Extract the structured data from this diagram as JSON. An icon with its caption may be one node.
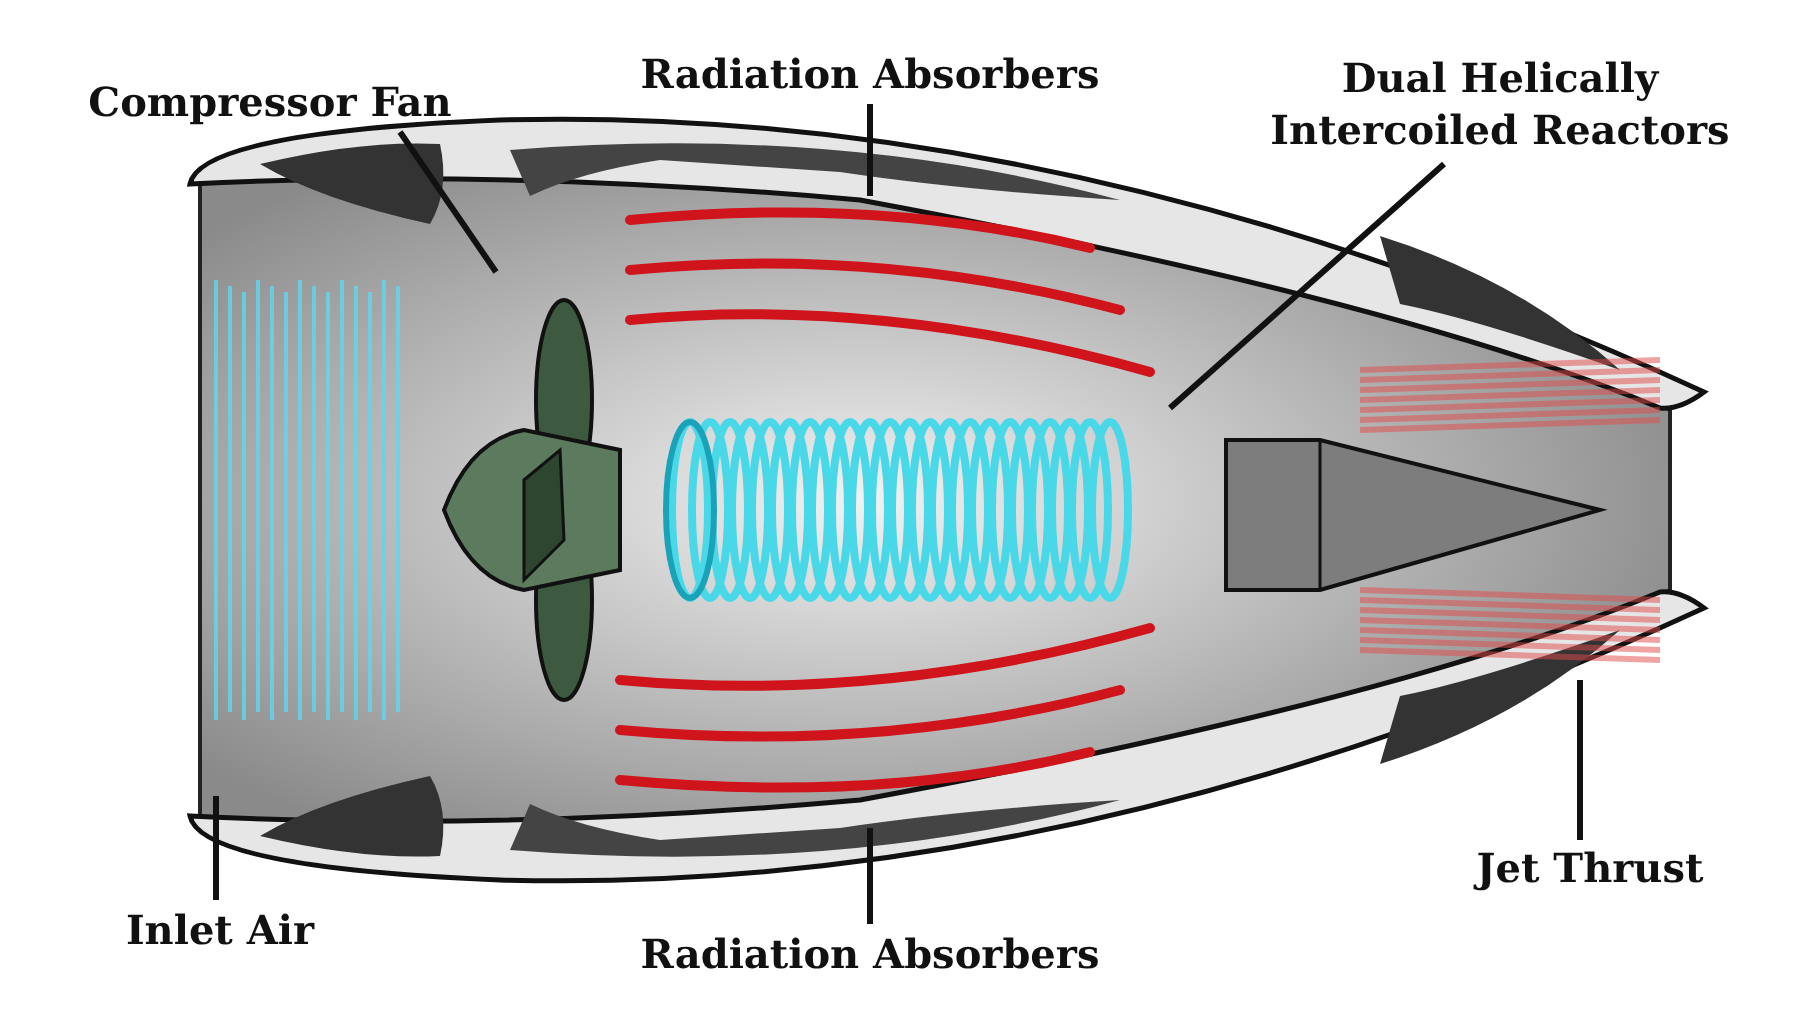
{
  "diagram": {
    "nodes": [
      {
        "text": [
          "Compressor Fan"
        ]
      },
      {
        "text": [
          "Radiation Absorbers"
        ]
      },
      {
        "text": [
          "Dual Helically Intercoiled Reactors"
        ]
      },
      {
        "text": [
          "Inlet Air"
        ]
      },
      {
        "text": [
          "Radiation Absorbers"
        ]
      },
      {
        "text": [
          "Jet Thrust"
        ]
      }
    ],
    "edges": [
      {
        "from": 0,
        "to": null,
        "arrow": "none"
      },
      {
        "from": 1,
        "to": null,
        "arrow": "none"
      },
      {
        "from": 2,
        "to": null,
        "arrow": "none"
      },
      {
        "from": 3,
        "to": null,
        "arrow": "none"
      },
      {
        "from": 4,
        "to": null,
        "arrow": "none"
      },
      {
        "from": 5,
        "to": null,
        "arrow": "none"
      }
    ]
  }
}
